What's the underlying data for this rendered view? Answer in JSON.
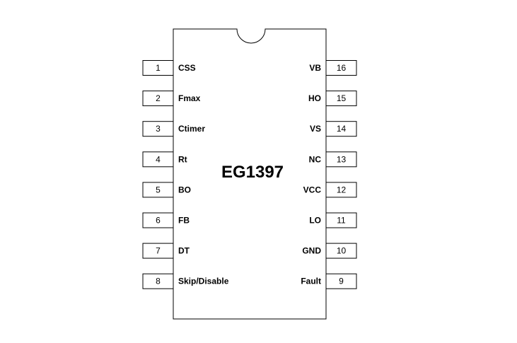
{
  "chip": {
    "name": "EG1397",
    "outline_color": "#000000"
  },
  "pins_left": [
    {
      "number": "1",
      "label": "CSS"
    },
    {
      "number": "2",
      "label": "Fmax"
    },
    {
      "number": "3",
      "label": "Ctimer"
    },
    {
      "number": "4",
      "label": "Rt"
    },
    {
      "number": "5",
      "label": "BO"
    },
    {
      "number": "6",
      "label": "FB"
    },
    {
      "number": "7",
      "label": "DT"
    },
    {
      "number": "8",
      "label": "Skip/Disable"
    }
  ],
  "pins_right": [
    {
      "number": "16",
      "label": "VB"
    },
    {
      "number": "15",
      "label": "HO"
    },
    {
      "number": "14",
      "label": "VS"
    },
    {
      "number": "13",
      "label": "NC"
    },
    {
      "number": "12",
      "label": "VCC"
    },
    {
      "number": "11",
      "label": "LO"
    },
    {
      "number": "10",
      "label": "GND"
    },
    {
      "number": "9",
      "label": "Fault"
    }
  ]
}
